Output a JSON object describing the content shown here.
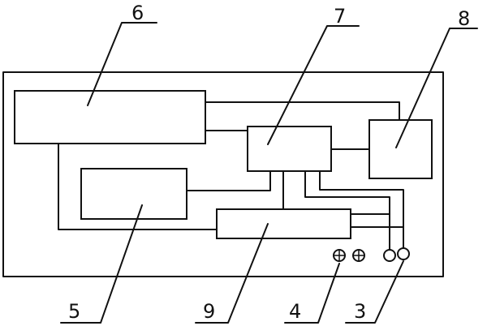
{
  "labels": {
    "l6": "6",
    "l7": "7",
    "l8": "8",
    "l5": "5",
    "l9": "9",
    "l4": "4",
    "l3": "3"
  }
}
